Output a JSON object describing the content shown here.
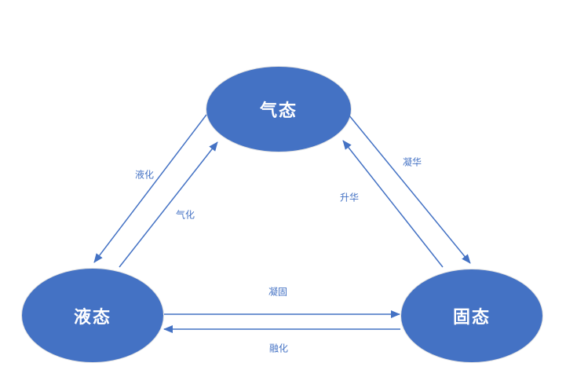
{
  "diagram": {
    "title": "states-of-matter-phase-transitions",
    "background_color": "#FFFFFF",
    "colors": {
      "node_fill": "#4472C4",
      "node_text": "#FFFFFF",
      "connector": "#4472C4",
      "edge_text": "#4472C4"
    },
    "nodes": [
      {
        "id": "gas",
        "label": "气态",
        "shape": "ellipse"
      },
      {
        "id": "liquid",
        "label": "液态",
        "shape": "ellipse"
      },
      {
        "id": "solid",
        "label": "固态",
        "shape": "ellipse"
      }
    ],
    "edges": [
      {
        "label": "液化",
        "from": "gas",
        "to": "liquid",
        "arrow": "to"
      },
      {
        "label": "气化",
        "from": "liquid",
        "to": "gas",
        "arrow": "to"
      },
      {
        "label": "凝华",
        "from": "gas",
        "to": "solid",
        "arrow": "to"
      },
      {
        "label": "升华",
        "from": "solid",
        "to": "gas",
        "arrow": "to"
      },
      {
        "label": "凝固",
        "from": "liquid",
        "to": "solid",
        "arrow": "to"
      },
      {
        "label": "融化",
        "from": "solid",
        "to": "liquid",
        "arrow": "to"
      }
    ]
  }
}
